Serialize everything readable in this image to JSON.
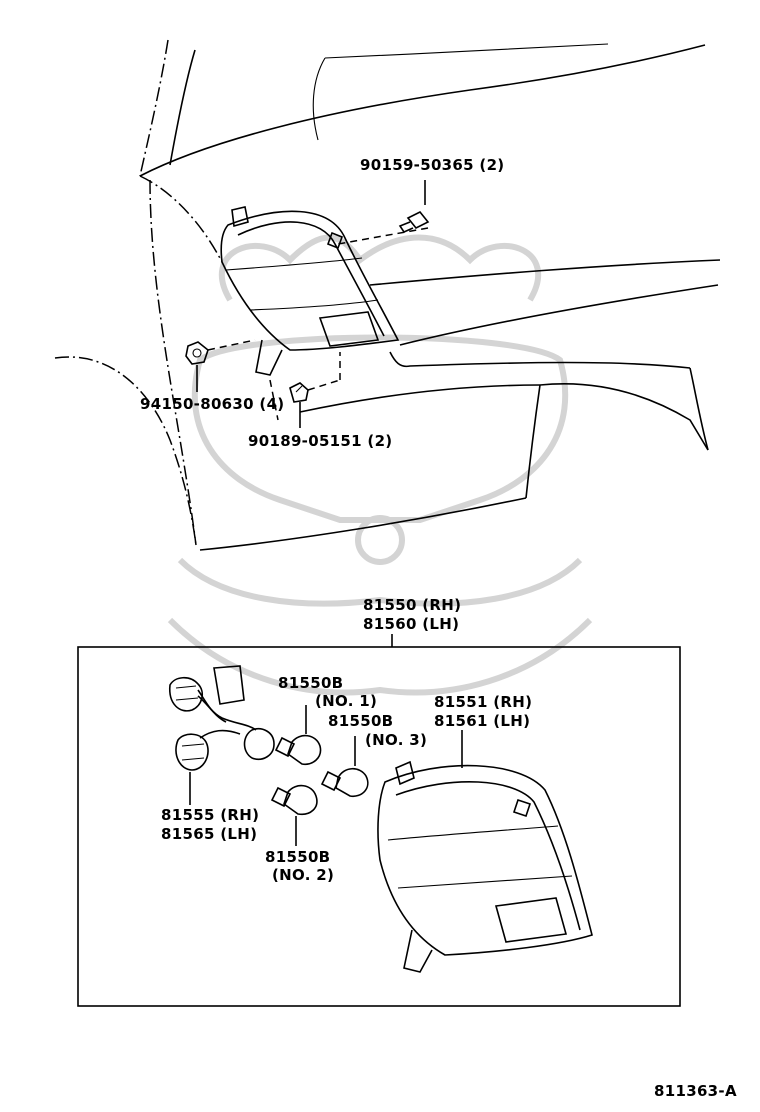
{
  "parts": {
    "bolt_top": "90159-50365 (2)",
    "nut_left": "94150-80630 (4)",
    "clip_bottom": "90189-05151 (2)",
    "assembly_rh": "81550 (RH)",
    "assembly_lh": "81560 (LH)",
    "bulb_no1_num": "81550B",
    "bulb_no1_pos": "(NO. 1)",
    "bulb_no3_num": "81550B",
    "bulb_no3_pos": "(NO. 3)",
    "lens_rh": "81551 (RH)",
    "lens_lh": "81561 (LH)",
    "socket_rh": "81555 (RH)",
    "socket_lh": "81565 (LH)",
    "bulb_no2_num": "81550B",
    "bulb_no2_pos": "(NO. 2)"
  },
  "figure_id": "811363-A"
}
